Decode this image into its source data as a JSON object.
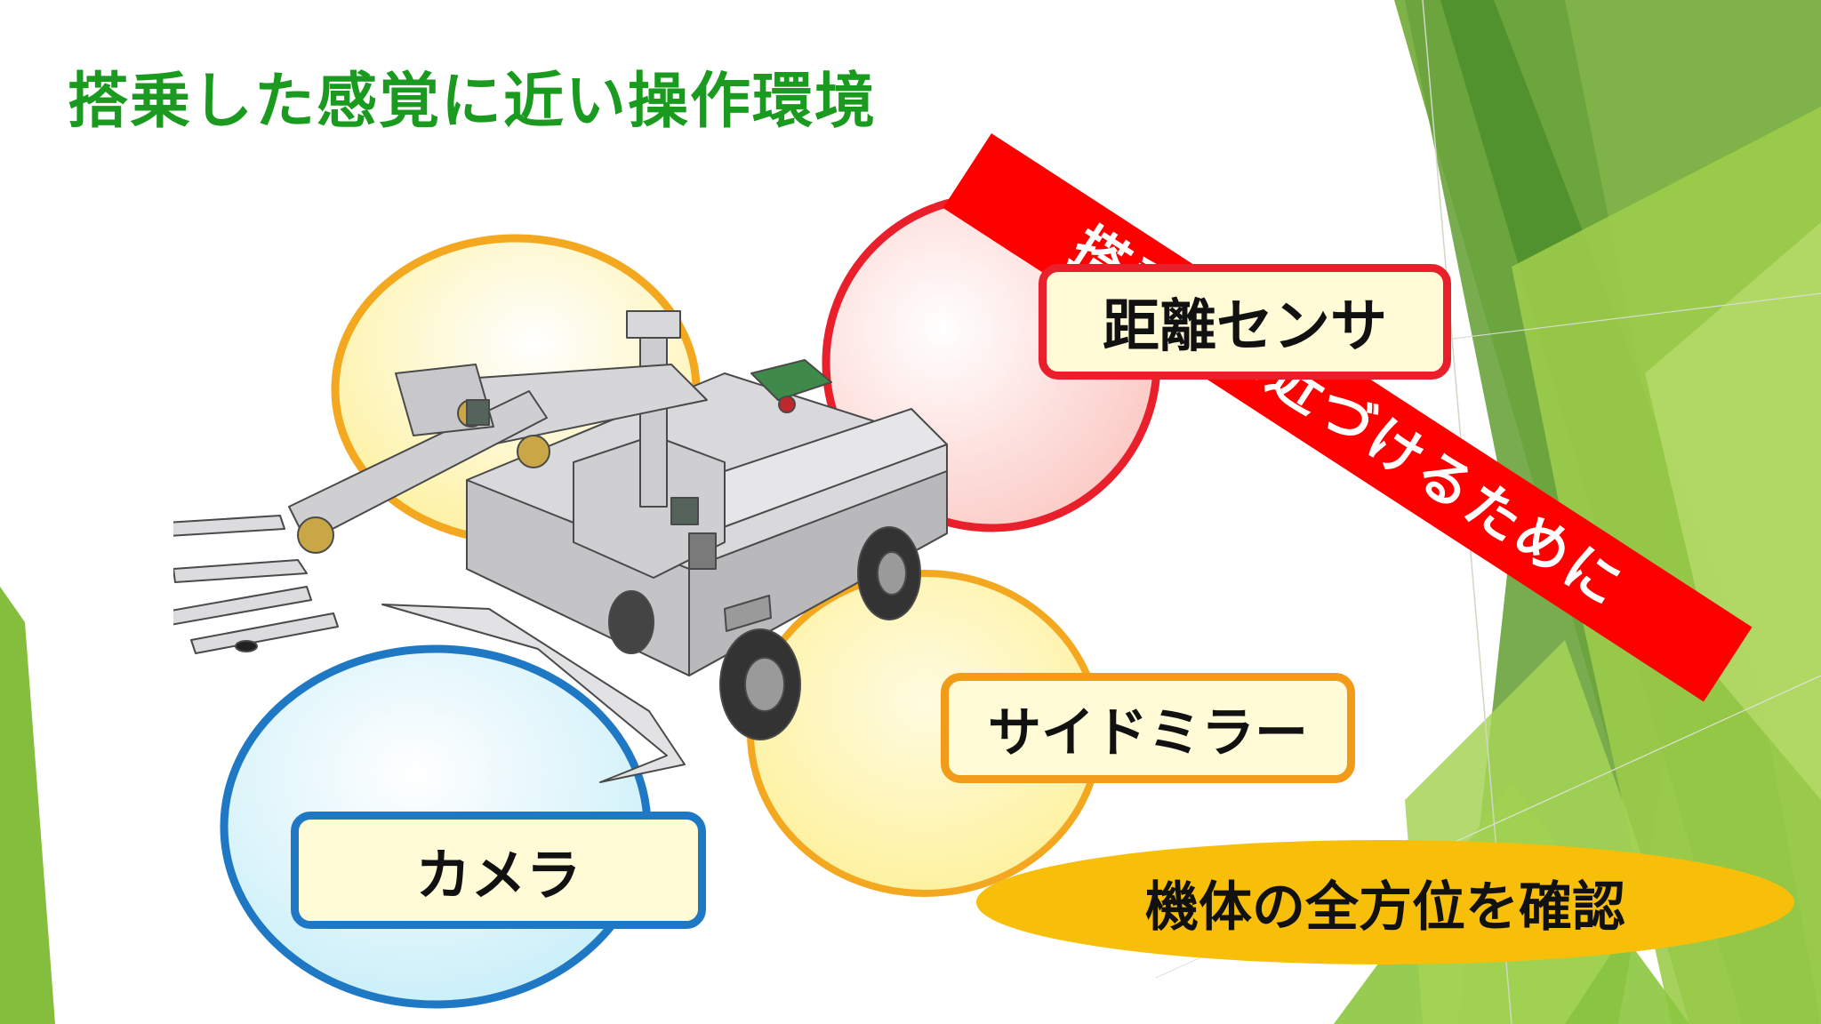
{
  "slide": {
    "title": "搭乗した感覚に近い操作環境",
    "banner": "搭乗型に近づけるために",
    "labels": {
      "distance_sensor": "距離センサ",
      "side_mirror": "サイドミラー",
      "camera": "カメラ"
    },
    "conclusion": "機体の全方位を確認"
  },
  "colors": {
    "title": "#1a9a1e",
    "banner": "#ff0000",
    "sensor_border": "#e9202b",
    "mirror_border": "#f29b19",
    "camera_border": "#1f78c4",
    "conclusion_fill": "#f7be0a",
    "label_fill": "#fefbd6",
    "green_dark": "#5c9a3a",
    "green_light": "#8cc63f"
  }
}
